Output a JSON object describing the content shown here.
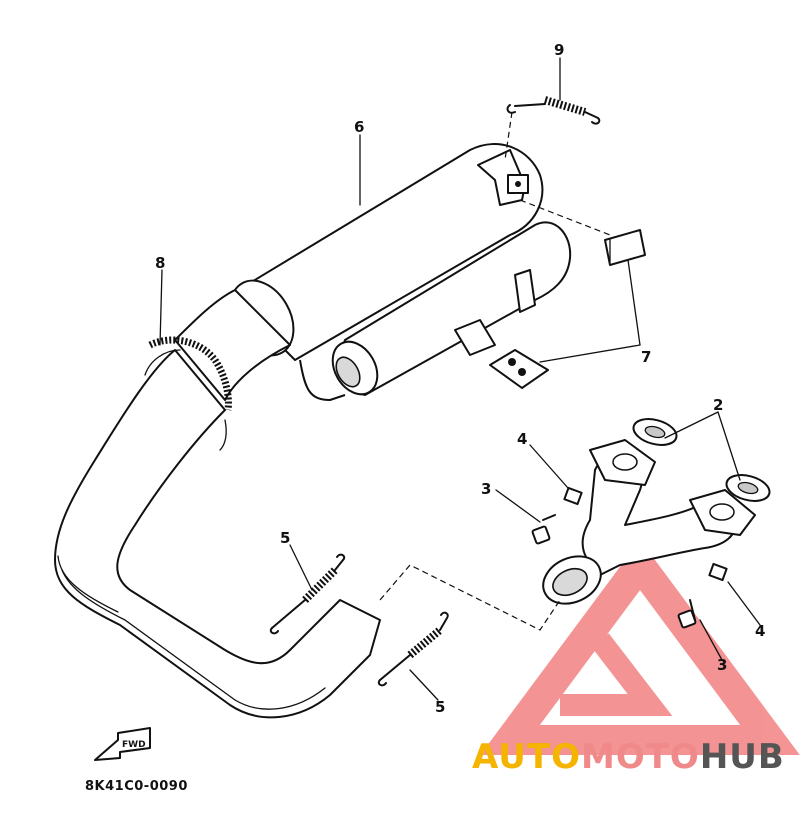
{
  "diagram": {
    "part_code": "8K41C0-0090",
    "fwd_label": "FWD",
    "callouts": [
      "9",
      "6",
      "8",
      "7",
      "2",
      "4",
      "3",
      "5",
      "5",
      "4",
      "3"
    ]
  },
  "watermark": {
    "word_part1": "AUTO",
    "word_part2": "MOTO",
    "word_part3": "HUB",
    "color_part1": "#f5b400",
    "color_part2": "#f08a8a",
    "color_part3": "#555555",
    "triangle_color": "#f07070"
  }
}
